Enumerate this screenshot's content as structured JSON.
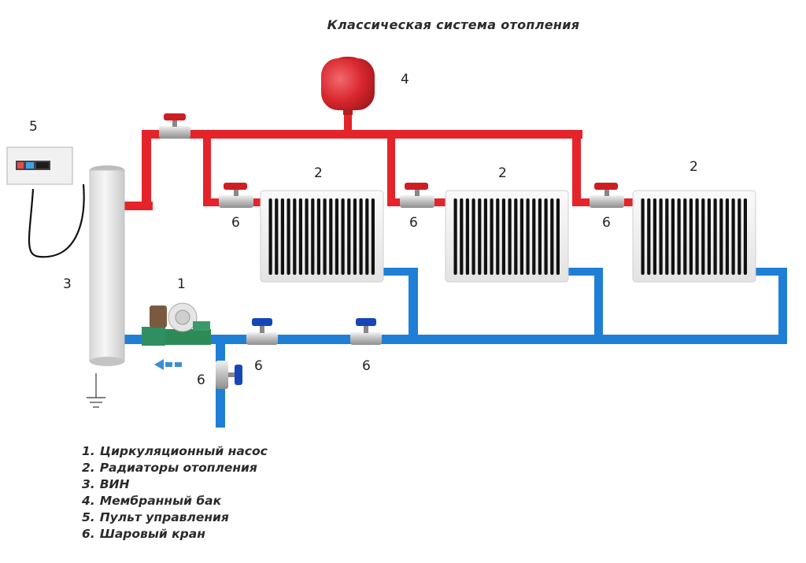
{
  "title": "Классическая система отопления",
  "labels": {
    "pump": "1",
    "radiator": "2",
    "vin": "3",
    "tank": "4",
    "panel": "5",
    "valve": "6"
  },
  "legend": [
    {
      "num": "1.",
      "text": "Циркуляционный насос"
    },
    {
      "num": "2.",
      "text": "Радиаторы отопления"
    },
    {
      "num": "3.",
      "text": "ВИН"
    },
    {
      "num": "4.",
      "text": "Мембранный бак"
    },
    {
      "num": "5.",
      "text": "Пульт управления"
    },
    {
      "num": "6.",
      "text": "Шаровый кран"
    }
  ],
  "colors": {
    "hot_pipe": "#e4242a",
    "cold_pipe": "#1f7fd6",
    "tank": "#d9272e",
    "valve_handle_red": "#cf1d24",
    "valve_handle_blue": "#1746b8",
    "pump_body": "#2e8b57",
    "flow_arrow": "#3a8fd8"
  }
}
